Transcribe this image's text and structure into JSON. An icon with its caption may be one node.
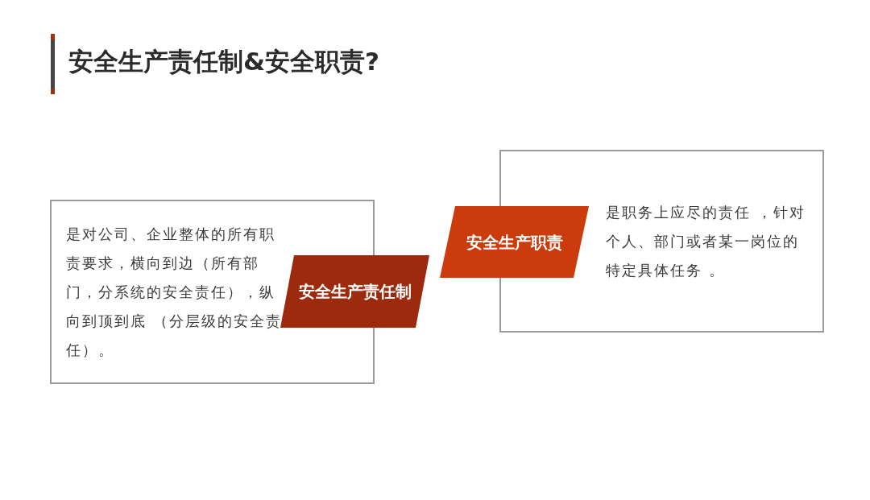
{
  "diagram": {
    "title": "安全生产责任制&安全职责?",
    "nodes": [
      {
        "text": [
          "是对公司、企业整体的所有职责要求，横向到边（所有部门，分系统的安全责任），纵向到顶到底 （分层级的安全责任）。"
        ]
      },
      {
        "text": [
          "安全生产责任制"
        ]
      },
      {
        "text": [
          "安全生产职责"
        ]
      },
      {
        "text": [
          "是职务上应尽的责任 ，针对个人、部门或者某一岗位的特定具体任务 。"
        ]
      }
    ]
  }
}
